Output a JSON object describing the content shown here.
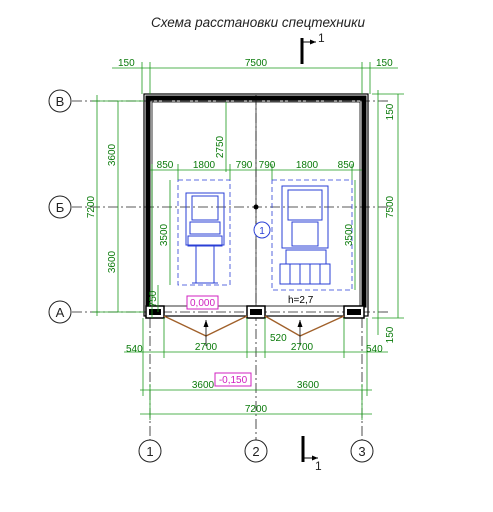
{
  "title": "Схема расстановки спецтехники",
  "section_mark": "1",
  "axes": {
    "rows": [
      "В",
      "Б",
      "А"
    ],
    "cols": [
      "1",
      "2",
      "3"
    ]
  },
  "room_mark": "1",
  "height_note": "h=2,7",
  "levels": {
    "floor": "0,000",
    "outside": "-0,150"
  },
  "dims": {
    "top_overall": "7500",
    "top_left": "150",
    "top_right": "150",
    "left_upper": "3600",
    "left_lower": "3600",
    "left_overall": "7200",
    "right_overall": "7500",
    "right_top": "150",
    "right_bottom": "150",
    "inner_2750": "2750",
    "inner_row": [
      "850",
      "1800",
      "790",
      "790",
      "1800",
      "850"
    ],
    "vehicle_len_left": "3500",
    "vehicle_len_right": "3500",
    "vert_750": "750",
    "bottom_540_left": "540",
    "bottom_540_right": "540",
    "door_left": "2700",
    "door_right": "2700",
    "pier": "520",
    "bay_left": "3600",
    "bay_right": "3600",
    "bottom_overall": "7200"
  },
  "colors": {
    "dim": "#0a7a0a",
    "vehicle": "#2a3fd6",
    "level": "#d020c0",
    "door": "#a0602a"
  }
}
